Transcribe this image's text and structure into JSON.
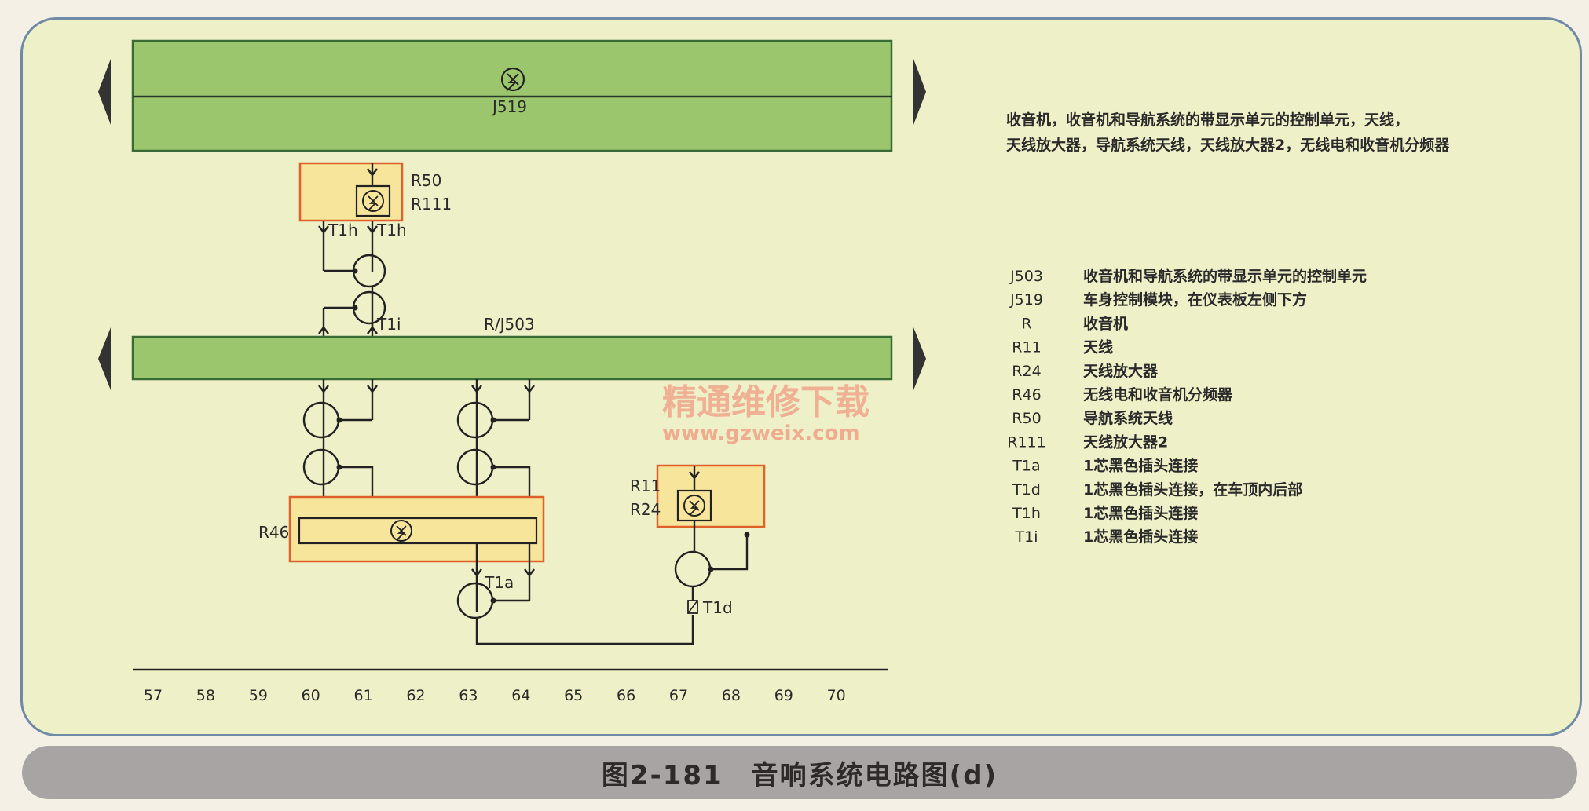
{
  "components": {
    "j519": "J519",
    "r50": "R50",
    "r111": "R111",
    "t1h_a": "T1h",
    "t1h_b": "T1h",
    "t1i": "T1i",
    "rj503": "R/J503",
    "r46": "R46",
    "t1a": "T1a",
    "r11": "R11",
    "r24": "R24",
    "t1d": "T1d"
  },
  "description": {
    "line1": "收音机，收音机和导航系统的带显示单元的控制单元，天线，",
    "line2": "天线放大器，导航系统天线，天线放大器2，无线电和收音机分频器"
  },
  "legend": [
    {
      "code": "J503",
      "text": "收音机和导航系统的带显示单元的控制单元"
    },
    {
      "code": "J519",
      "text": "车身控制模块，在仪表板左侧下方"
    },
    {
      "code": "R",
      "text": "收音机"
    },
    {
      "code": "R11",
      "text": "天线"
    },
    {
      "code": "R24",
      "text": "天线放大器"
    },
    {
      "code": "R46",
      "text": "无线电和收音机分频器"
    },
    {
      "code": "R50",
      "text": "导航系统天线"
    },
    {
      "code": "R111",
      "text": "天线放大器2"
    },
    {
      "code": "T1a",
      "text": "1芯黑色插头连接"
    },
    {
      "code": "T1d",
      "text": "1芯黑色插头连接，在车顶内后部"
    },
    {
      "code": "T1h",
      "text": "1芯黑色插头连接"
    },
    {
      "code": "T1i",
      "text": "1芯黑色插头连接"
    }
  ],
  "grid_numbers": [
    "57",
    "58",
    "59",
    "60",
    "61",
    "62",
    "63",
    "64",
    "65",
    "66",
    "67",
    "68",
    "69",
    "70"
  ],
  "watermark": {
    "cn": "精通维修下载",
    "url": "www.gzweix.com"
  },
  "caption": "图2-181　音响系统电路图(d)",
  "colors": {
    "panel_bg": "#eef0c8",
    "module_green": "#9cc66e",
    "component_yellow": "#f6e59a",
    "component_border": "#e0622a",
    "caption_bar": "#a9a4a4",
    "watermark": "#f0a58a"
  }
}
